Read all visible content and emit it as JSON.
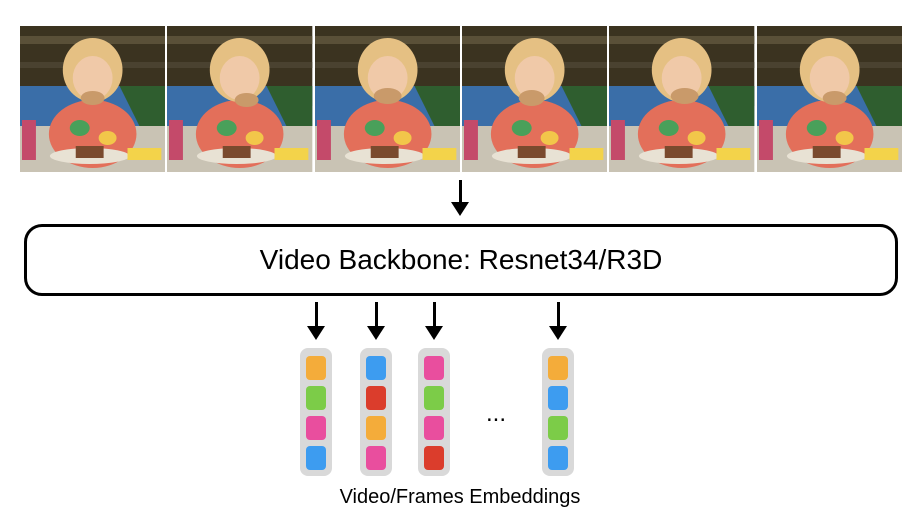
{
  "frames": [
    {
      "alt": "video-frame"
    },
    {
      "alt": "video-frame"
    },
    {
      "alt": "video-frame"
    },
    {
      "alt": "video-frame"
    },
    {
      "alt": "video-frame"
    },
    {
      "alt": "video-frame"
    }
  ],
  "backbone": {
    "label": "Video Backbone: Resnet34/R3D"
  },
  "ellipsis": "...",
  "caption": "Video/Frames Embeddings",
  "colors": {
    "orange": "#f4ac3a",
    "green": "#7ccc48",
    "pink": "#e94e9e",
    "blue": "#3d9cf0",
    "red": "#db3d2c"
  },
  "embeddings": [
    [
      "orange",
      "green",
      "pink",
      "blue"
    ],
    [
      "blue",
      "red",
      "orange",
      "pink"
    ],
    [
      "pink",
      "green",
      "pink",
      "red"
    ],
    [
      "orange",
      "blue",
      "green",
      "blue"
    ]
  ]
}
